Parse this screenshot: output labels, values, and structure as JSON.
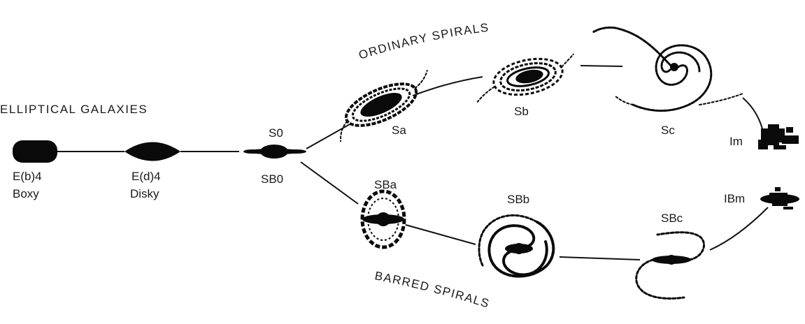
{
  "headings": {
    "elliptical": "ELLIPTICAL GALAXIES",
    "ordinary": "ORDINARY SPIRALS",
    "barred": "BARRED SPIRALS"
  },
  "types": {
    "boxy_code": "E(b)4",
    "boxy_name": "Boxy",
    "disky_code": "E(d)4",
    "disky_name": "Disky",
    "s0": "S0",
    "sb0": "SB0",
    "sa": "Sa",
    "sb": "Sb",
    "sc": "Sc",
    "im": "Im",
    "sba": "SBa",
    "sbb": "SBb",
    "sbc": "SBc",
    "ibm": "IBm"
  },
  "colors": {
    "ink": "#0a0a0a",
    "background": "#ffffff"
  }
}
